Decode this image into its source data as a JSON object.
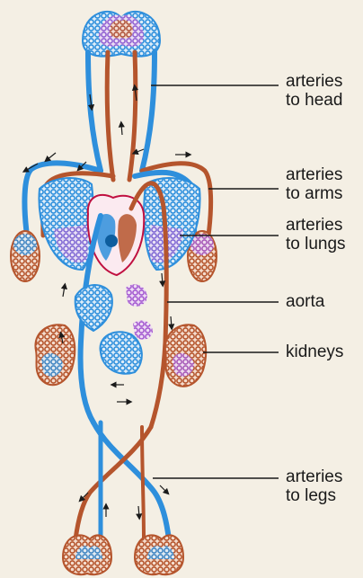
{
  "labels": {
    "arteries_head": {
      "line1": "arteries",
      "line2": "to head"
    },
    "arteries_arms": {
      "line1": "arteries",
      "line2": "to arms"
    },
    "arteries_lungs": {
      "line1": "arteries",
      "line2": "to lungs"
    },
    "aorta": {
      "line1": "aorta"
    },
    "kidneys": {
      "line1": "kidneys"
    },
    "arteries_legs": {
      "line1": "arteries",
      "line2": "to legs"
    }
  },
  "colors": {
    "background": "#f4efe4",
    "veins_blue": "#2e8fdc",
    "arteries_red": "#b5552d",
    "capillary_purple": "#a45ad0",
    "heart_outline": "#c01040",
    "leader_lines": "#1a1a1a"
  }
}
